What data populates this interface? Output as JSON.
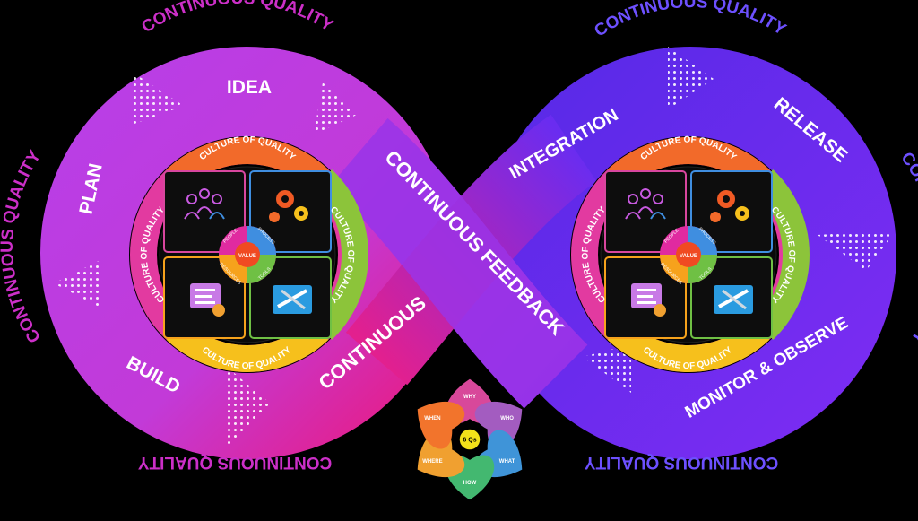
{
  "outer_ring_text": "CONTINUOUS QUALITY",
  "stages": {
    "idea": "IDEA",
    "plan": "PLAN",
    "build": "BUILD",
    "continuous": "CONTINUOUS",
    "continuous_feedback": "CONTINUOUS FEEDBACK",
    "integration": "INTEGRATION",
    "release": "RELEASE",
    "monitor": "MONITOR & OBSERVE"
  },
  "wheel": {
    "culture": "CULTURE OF QUALITY",
    "center": "VALUE",
    "quadrants": [
      "PEOPLE",
      "PROCESS",
      "TOOLS",
      "RESOURCES"
    ]
  },
  "flower": {
    "center": "6 Qs",
    "petals": [
      "WHY",
      "WHO",
      "WHAT",
      "HOW",
      "WHERE",
      "WHEN"
    ],
    "colors": [
      "#d8489a",
      "#a35cc0",
      "#3f94d8",
      "#43b870",
      "#f0a030",
      "#f2742c"
    ]
  },
  "colors": {
    "left_loop": "#b23de0",
    "right_loop": "#6a2cf0",
    "pink": "#e3208e",
    "outer_left_text": "#cc2fc8",
    "outer_right_text": "#6d50ff"
  }
}
